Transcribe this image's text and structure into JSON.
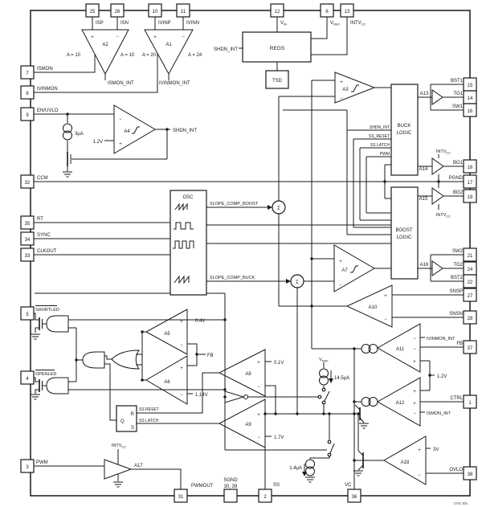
{
  "sym": {
    "plus": "+",
    "minus": "−",
    "sigma": "Σ"
  },
  "footer": {
    "doc_id": "3791 BD"
  },
  "pins": {
    "top": [
      {
        "num": "25",
        "label": "ISP"
      },
      {
        "num": "26",
        "label": "ISN"
      },
      {
        "num": "10",
        "label": "IVINP"
      },
      {
        "num": "11",
        "label": "IVINN"
      },
      {
        "num": "12"
      },
      {
        "num": "6"
      },
      {
        "num": "13"
      }
    ],
    "left": [
      {
        "num": "7",
        "label": "ISMON"
      },
      {
        "num": "8",
        "label": "IVINMON"
      },
      {
        "num": "9",
        "label": "EN/UVLO"
      },
      {
        "num": "32",
        "label": "CCM"
      },
      {
        "num": "35",
        "label": "RT"
      },
      {
        "num": "34",
        "label": "SYNC"
      },
      {
        "num": "33",
        "label": "CLKOUT"
      },
      {
        "num": "5",
        "label": "SHORTLED"
      },
      {
        "num": "4",
        "label": "OPENLED"
      },
      {
        "num": "3",
        "label": "PWM"
      }
    ],
    "right": [
      {
        "num": "15",
        "label": "BST1"
      },
      {
        "num": "14",
        "label": "TG1"
      },
      {
        "num": "16",
        "label": "SW1"
      },
      {
        "num": "18",
        "label": "BG1"
      },
      {
        "num": "17",
        "label": "PGND"
      },
      {
        "num": "19",
        "label": "BG2"
      },
      {
        "num": "21",
        "label": "SW2"
      },
      {
        "num": "24",
        "label": "TG2"
      },
      {
        "num": "22",
        "label": "BST2"
      },
      {
        "num": "27",
        "label": "SNSP"
      },
      {
        "num": "28",
        "label": "SNSN"
      },
      {
        "num": "37",
        "label": "FB"
      },
      {
        "num": "1",
        "label": "CTRL"
      },
      {
        "num": "38",
        "label": "OVLO"
      }
    ],
    "bottom": [
      {
        "num": "31",
        "label": "PWMOUT"
      },
      {
        "num": "",
        "label": "SGND",
        "label2": "30, 39"
      },
      {
        "num": "2",
        "label": "SS"
      },
      {
        "num": "36",
        "label": "VC"
      }
    ]
  },
  "blocks": {
    "regs": "REGS",
    "tsd": "TSD",
    "osc": "OSC",
    "buck1": "BUCK",
    "buck2": "LOGIC",
    "boost1": "BOOST",
    "boost2": "LOGIC"
  },
  "amps": {
    "a1": "A1",
    "a2": "A2",
    "a3": "A3",
    "a4": "A4",
    "a5": "A5",
    "a6": "A6",
    "a7": "A7",
    "a8": "A8",
    "a9": "A9",
    "a10": "A10",
    "a11": "A11",
    "a12": "A12",
    "a13": "A13",
    "a14": "A14",
    "a15": "A15",
    "a16": "A16",
    "a17": "A17",
    "a18": "A18"
  },
  "gains": {
    "a2_left": "A = 10",
    "a2_right": "A = 10",
    "a1_left": "A = 20",
    "a1_right": "A = 24"
  },
  "values": {
    "en_current": "3µA",
    "en_ref": "1.2V",
    "a5_ref": "0.4V",
    "a6_ref": "1.14V",
    "a8_ref": "0.1V",
    "a9_ref": "1.7V",
    "ss_charge": "14.5µA",
    "ss_discharge": "1.4µA",
    "amp_ref": "1.2V",
    "ovlo_ref": "3V"
  },
  "signals": {
    "shdn_int": "SHDN_INT",
    "ismon_int": "ISMON_INT",
    "ivinmon_int": "IVINMON_INT",
    "slope_boost": "SLOPE_COMP_BOOST",
    "slope_buck": "SLOPE_COMP_BUCK",
    "fb": "FB",
    "bundle_shdn": "SHDN_INT",
    "bundle_reset": "SS_RESET",
    "bundle_latch": "SS LATCH",
    "bundle_pwm": "PWM",
    "intvcc": {
      "main": "INTV",
      "sub": "CC"
    },
    "vref": {
      "main": "V",
      "sub": "REF"
    },
    "vin": {
      "main": "V",
      "sub": "IN"
    }
  },
  "latch": {
    "q": "Q",
    "r": "R",
    "s": "S",
    "reset": "SS RESET",
    "set": "SS LATCH"
  }
}
